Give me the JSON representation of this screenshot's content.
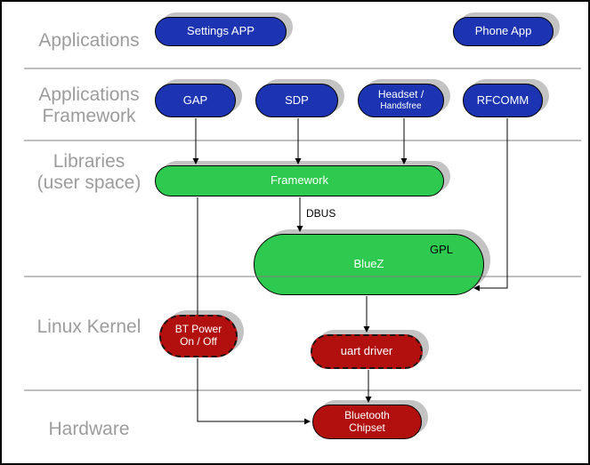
{
  "colors": {
    "node_blue": "#1c33b2",
    "node_green": "#2eca50",
    "node_red": "#b20f0f",
    "shadow_gray": "#c3c3c3",
    "label_gray": "#9c9c9c",
    "divider_gray": "#7f7f7f"
  },
  "sections": [
    {
      "id": "applications",
      "lines": [
        "Applications"
      ]
    },
    {
      "id": "applications-framework",
      "lines": [
        "Applications",
        "Framework"
      ]
    },
    {
      "id": "libraries-user-space",
      "lines": [
        "Libraries",
        "(user space)"
      ]
    },
    {
      "id": "linux-kernel",
      "lines": [
        "Linux Kernel"
      ]
    },
    {
      "id": "hardware",
      "lines": [
        "Hardware"
      ]
    }
  ],
  "nodes": {
    "settings_app": {
      "label": "Settings APP"
    },
    "phone_app": {
      "label": "Phone App"
    },
    "gap": {
      "label": "GAP"
    },
    "sdp": {
      "label": "SDP"
    },
    "headset": {
      "line1": "Headset /",
      "line2": "Handsfree"
    },
    "rfcomm": {
      "label": "RFCOMM"
    },
    "framework": {
      "label": "Framework"
    },
    "bluez": {
      "label": "BlueZ",
      "license_tag": "GPL"
    },
    "bt_power": {
      "line1": "BT Power",
      "line2": "On / Off"
    },
    "uart_driver": {
      "label": "uart driver"
    },
    "bluetooth_chipset": {
      "line1": "Bluetooth",
      "line2": "Chipset"
    }
  },
  "edge_labels": {
    "dbus": "DBUS"
  }
}
